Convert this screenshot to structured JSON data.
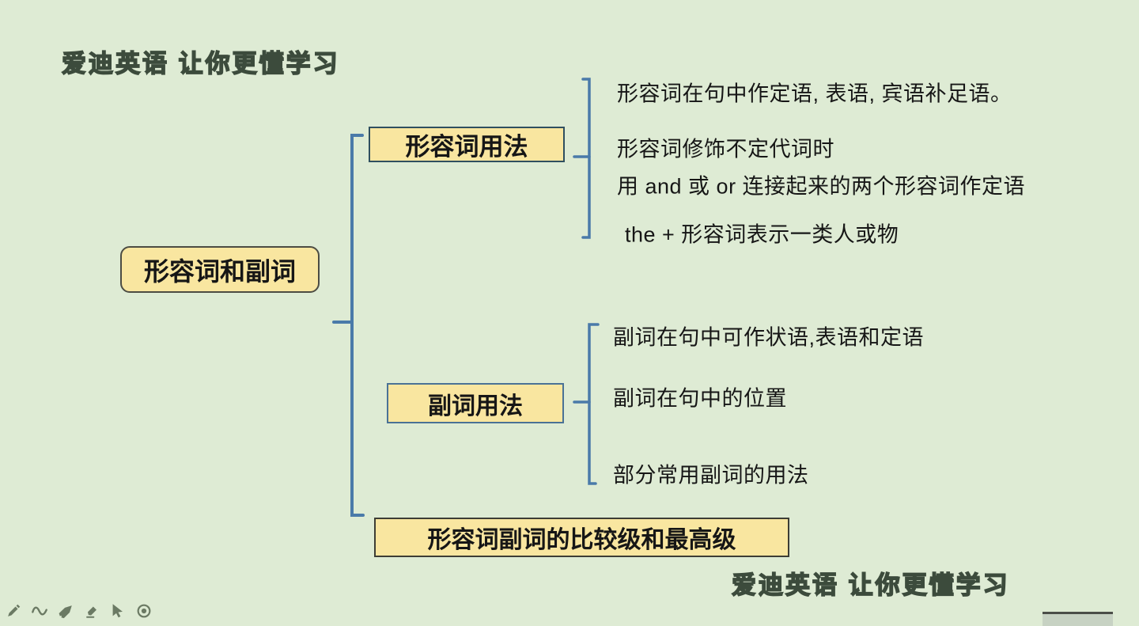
{
  "watermark": {
    "text": "爱迪英语 让你更懂学习"
  },
  "mindmap": {
    "root": {
      "label": "形容词和副词"
    },
    "branches": [
      {
        "label": "形容词用法",
        "items": [
          "形容词在句中作定语, 表语, 宾语补足语。",
          "形容词修饰不定代词时",
          "用 and 或 or 连接起来的两个形容词作定语",
          "the + 形容词表示一类人或物"
        ]
      },
      {
        "label": "副词用法",
        "items": [
          "副词在句中可作状语,表语和定语",
          "副词在句中的位置",
          "部分常用副词的用法"
        ]
      },
      {
        "label": "形容词副词的比较级和最高级",
        "items": []
      }
    ]
  },
  "toolbar": {
    "tools": [
      "pen",
      "curve",
      "marker",
      "eraser",
      "cursor",
      "laser-pointer"
    ]
  },
  "colors": {
    "background": "#deebd4",
    "node_fill": "#f9e6a0",
    "connector": "#4a7aa9",
    "text": "#161616",
    "watermark_outline": "#3c4b3c",
    "toolbar_icon": "#6b7a64"
  }
}
